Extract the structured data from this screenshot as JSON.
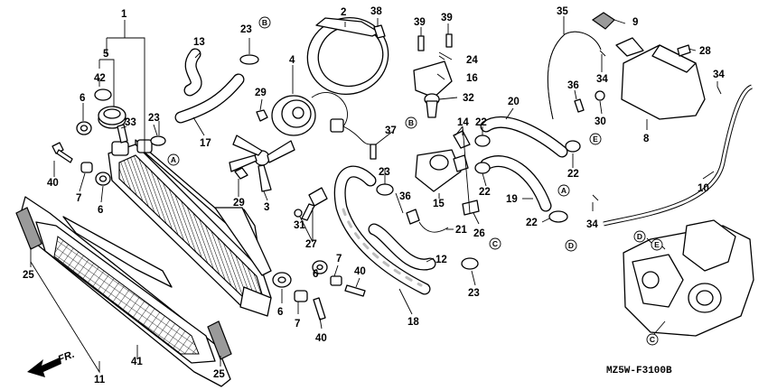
{
  "diagram": {
    "code": "MZ5W-F3100B",
    "front_arrow": "FR.",
    "callouts": [
      {
        "id": "c1",
        "text": "1"
      },
      {
        "id": "c2",
        "text": "2"
      },
      {
        "id": "c3",
        "text": "3"
      },
      {
        "id": "c4",
        "text": "4"
      },
      {
        "id": "c5",
        "text": "5"
      },
      {
        "id": "c6a",
        "text": "6"
      },
      {
        "id": "c6b",
        "text": "6"
      },
      {
        "id": "c6c",
        "text": "6"
      },
      {
        "id": "c6d",
        "text": "6"
      },
      {
        "id": "c7a",
        "text": "7"
      },
      {
        "id": "c7b",
        "text": "7"
      },
      {
        "id": "c7c",
        "text": "7"
      },
      {
        "id": "c8",
        "text": "8"
      },
      {
        "id": "c9",
        "text": "9"
      },
      {
        "id": "c10",
        "text": "10"
      },
      {
        "id": "c11",
        "text": "11"
      },
      {
        "id": "c12",
        "text": "12"
      },
      {
        "id": "c13",
        "text": "13"
      },
      {
        "id": "c14",
        "text": "14"
      },
      {
        "id": "c15",
        "text": "15"
      },
      {
        "id": "c16",
        "text": "16"
      },
      {
        "id": "c17",
        "text": "17"
      },
      {
        "id": "c18",
        "text": "18"
      },
      {
        "id": "c19",
        "text": "19"
      },
      {
        "id": "c20",
        "text": "20"
      },
      {
        "id": "c21",
        "text": "21"
      },
      {
        "id": "c22a",
        "text": "22"
      },
      {
        "id": "c22b",
        "text": "22"
      },
      {
        "id": "c22c",
        "text": "22"
      },
      {
        "id": "c22d",
        "text": "22"
      },
      {
        "id": "c23a",
        "text": "23"
      },
      {
        "id": "c23b",
        "text": "23"
      },
      {
        "id": "c23c",
        "text": "23"
      },
      {
        "id": "c23d",
        "text": "23"
      },
      {
        "id": "c24",
        "text": "24"
      },
      {
        "id": "c25a",
        "text": "25"
      },
      {
        "id": "c25b",
        "text": "25"
      },
      {
        "id": "c26",
        "text": "26"
      },
      {
        "id": "c27",
        "text": "27"
      },
      {
        "id": "c28",
        "text": "28"
      },
      {
        "id": "c29a",
        "text": "29"
      },
      {
        "id": "c29b",
        "text": "29"
      },
      {
        "id": "c30",
        "text": "30"
      },
      {
        "id": "c31",
        "text": "31"
      },
      {
        "id": "c32",
        "text": "32"
      },
      {
        "id": "c33",
        "text": "33"
      },
      {
        "id": "c34a",
        "text": "34"
      },
      {
        "id": "c34b",
        "text": "34"
      },
      {
        "id": "c34c",
        "text": "34"
      },
      {
        "id": "c35",
        "text": "35"
      },
      {
        "id": "c36a",
        "text": "36"
      },
      {
        "id": "c36b",
        "text": "36"
      },
      {
        "id": "c37",
        "text": "37"
      },
      {
        "id": "c38",
        "text": "38"
      },
      {
        "id": "c39a",
        "text": "39"
      },
      {
        "id": "c39b",
        "text": "39"
      },
      {
        "id": "c40a",
        "text": "40"
      },
      {
        "id": "c40b",
        "text": "40"
      },
      {
        "id": "c40c",
        "text": "40"
      },
      {
        "id": "c41",
        "text": "41"
      },
      {
        "id": "c42",
        "text": "42"
      }
    ],
    "refs": [
      {
        "id": "rA1",
        "text": "A"
      },
      {
        "id": "rA2",
        "text": "A"
      },
      {
        "id": "rB1",
        "text": "B"
      },
      {
        "id": "rB2",
        "text": "B"
      },
      {
        "id": "rC1",
        "text": "C"
      },
      {
        "id": "rC2",
        "text": "C"
      },
      {
        "id": "rD1",
        "text": "D"
      },
      {
        "id": "rD2",
        "text": "D"
      },
      {
        "id": "rE1",
        "text": "E"
      },
      {
        "id": "rE2",
        "text": "E"
      }
    ]
  }
}
